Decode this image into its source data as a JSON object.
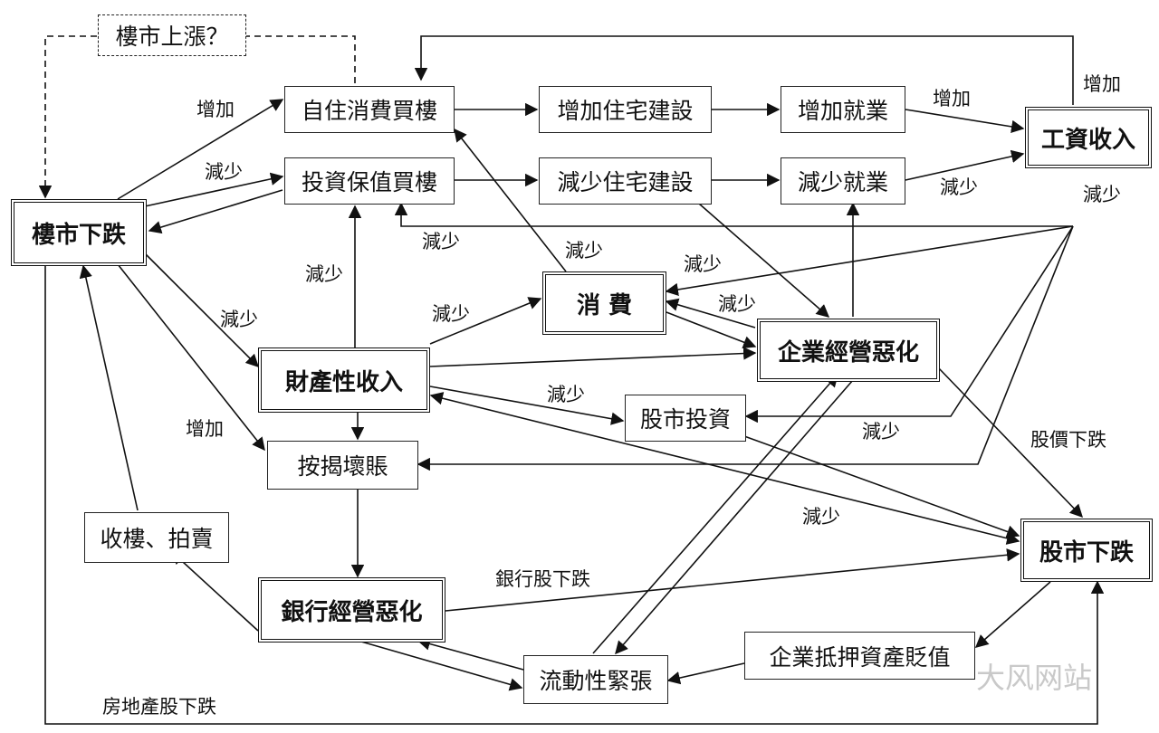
{
  "nodes": {
    "speculation": "樓市上漲？",
    "self_buy": "自住消費買樓",
    "inv_buy": "投資保值買樓",
    "inc_construction": "增加住宅建設",
    "dec_construction": "減少住宅建設",
    "inc_employment": "增加就業",
    "dec_employment": "減少就業",
    "wage_income": "工資收入",
    "housing_fall": "樓市下跌",
    "consumption": "消 費",
    "enterprise_worse": "企業經營惡化",
    "property_income": "財產性收入",
    "stock_invest": "股市投資",
    "mortgage_bad_debt": "按揭壞賬",
    "repossession": "收樓、拍賣",
    "bank_worse": "銀行經營惡化",
    "stock_fall": "股市下跌",
    "collateral_devalue": "企業抵押資產貶值",
    "liquidity_tight": "流動性緊張"
  },
  "edge_labels": {
    "increase_1": "增加",
    "decrease_1": "減少",
    "decrease_2": "減少",
    "increase_2": "增加",
    "decrease_3": "減少",
    "increase_3": "增加",
    "decrease_4": "減少",
    "decrease_5": "減少",
    "decrease_6": "減少",
    "decrease_7": "減少",
    "decrease_8": "減少",
    "decrease_9": "減少",
    "decrease_10": "減少",
    "increase_4": "增加",
    "decrease_11": "減少",
    "stock_price_fall": "股價下跌",
    "decrease_12": "減少",
    "decrease_13": "減少",
    "bank_stock_fall": "銀行股下跌",
    "property_stock_fall": "房地產股下跌"
  },
  "watermark": "大风网站"
}
